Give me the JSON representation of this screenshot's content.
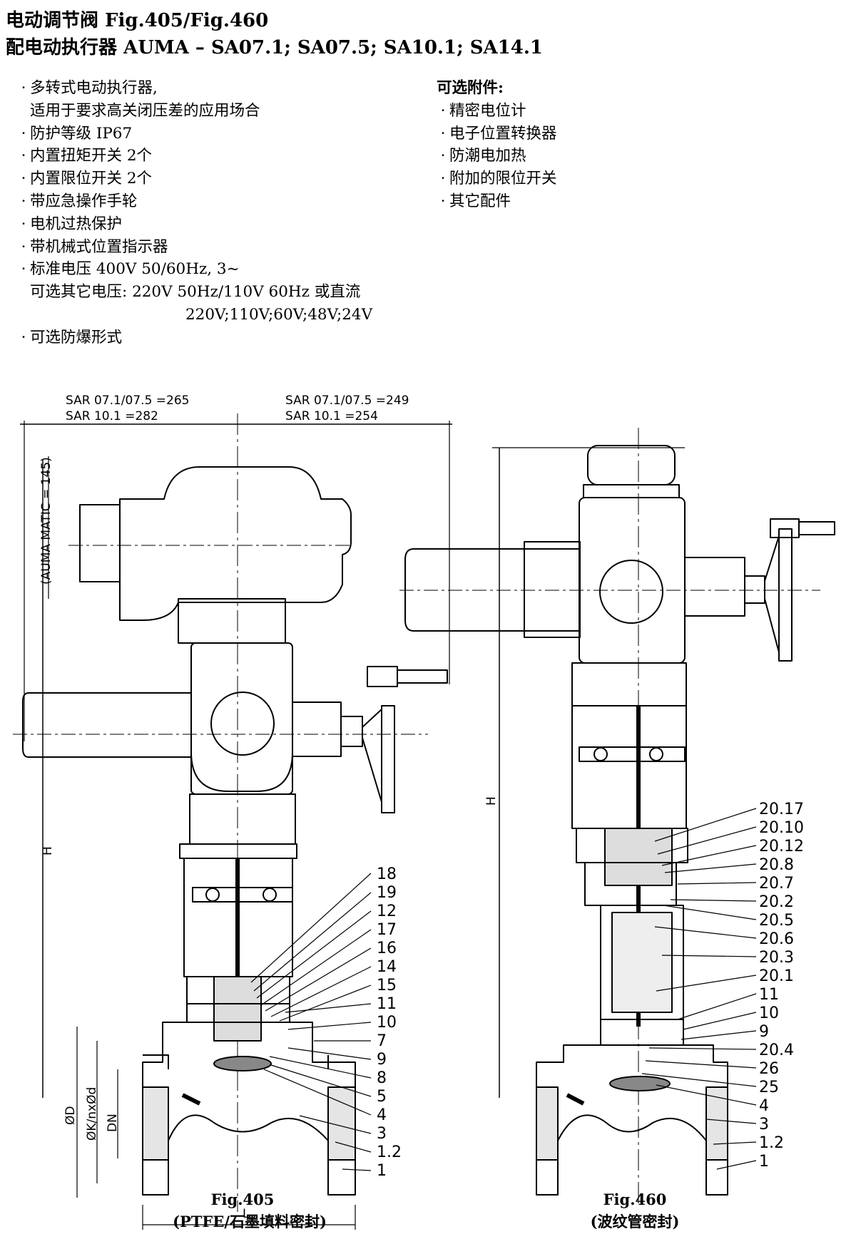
{
  "header": {
    "title1": "电动调节阀 Fig.405/Fig.460",
    "title2": "配电动执行器 AUMA – SA07.1; SA07.5; SA10.1;   SA14.1"
  },
  "features": [
    "多转式电动执行器,",
    "适用于要求高关闭压差的应用场合",
    "防护等级 IP67",
    "内置扭矩开关 2个",
    "内置限位开关 2个",
    "带应急操作手轮",
    "电机过热保护",
    "带机械式位置指示器",
    "标准电压 400V 50/60Hz, 3~",
    "可选其它电压: 220V 50Hz/110V 60Hz 或直流",
    "220V;110V;60V;48V;24V",
    "可选防爆形式"
  ],
  "accessories": {
    "heading": "可选附件:",
    "items": [
      "精密电位计",
      "电子位置转换器",
      "防潮电加热",
      "附加的限位开关",
      "其它配件"
    ]
  },
  "bullet": "·",
  "dims": {
    "left_a": "SAR 07.1/07.5 =265",
    "left_b": "SAR 10.1        =282",
    "right_a": "SAR 07.1/07.5 =249",
    "right_b": "SAR 10.1        =254",
    "auma": "(AUMA MATIC = 145)",
    "h": "H",
    "d": "ØD",
    "k": "ØK/nxØd",
    "dn": "DN",
    "l": "L"
  },
  "labels_405": [
    "18",
    "19",
    "12",
    "17",
    "16",
    "14",
    "15",
    "11",
    "10",
    "7",
    "9",
    "8",
    "5",
    "4",
    "3",
    "1.2",
    "1"
  ],
  "labels_460": [
    "20.17",
    "20.10",
    "20.12",
    "20.8",
    "20.7",
    "20.2",
    "20.5",
    "20.6",
    "20.3",
    "20.1",
    "11",
    "10",
    "9",
    "20.4",
    "26",
    "25",
    "4",
    "3",
    "1.2",
    "1"
  ],
  "captions": {
    "fig405": "Fig.405",
    "fig405_sub": "(PTFE/石墨填料密封)",
    "fig460": "Fig.460",
    "fig460_sub": "(波纹管密封)"
  }
}
